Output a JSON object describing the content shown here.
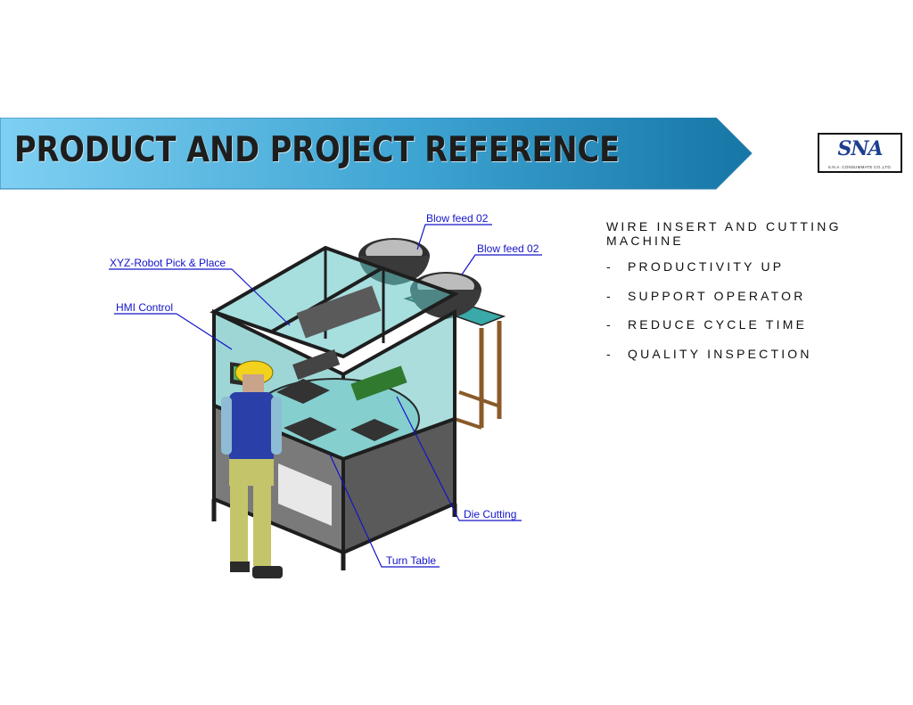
{
  "banner": {
    "title": "PRODUCT AND PROJECT REFERENCE"
  },
  "logo": {
    "mark": "SNA",
    "company": "S.N.A. CONSUMMATE CO.,LTD."
  },
  "figure": {
    "callouts": {
      "blow_feed_1": "Blow feed 02",
      "blow_feed_2": "Blow feed 02",
      "robot": "XYZ-Robot Pick & Place",
      "hmi": "HMI Control",
      "die_cutting": "Die Cutting",
      "turn_table": "Turn Table"
    }
  },
  "spec": {
    "title": "WIRE INSERT AND CUTTING MACHINE",
    "items": [
      {
        "dash": "-",
        "text": "PRODUCTIVITY UP"
      },
      {
        "dash": "-",
        "text": "SUPPORT OPERATOR"
      },
      {
        "dash": "-",
        "text": "REDUCE CYCLE TIME"
      },
      {
        "dash": "-",
        "text": "QUALITY INSPECTION"
      }
    ]
  },
  "colors": {
    "banner_start": "#6cc8ee",
    "banner_end": "#1678a8",
    "callout": "#1414c8",
    "glass": "#4fb5b5",
    "frame": "#2b2b2b"
  }
}
